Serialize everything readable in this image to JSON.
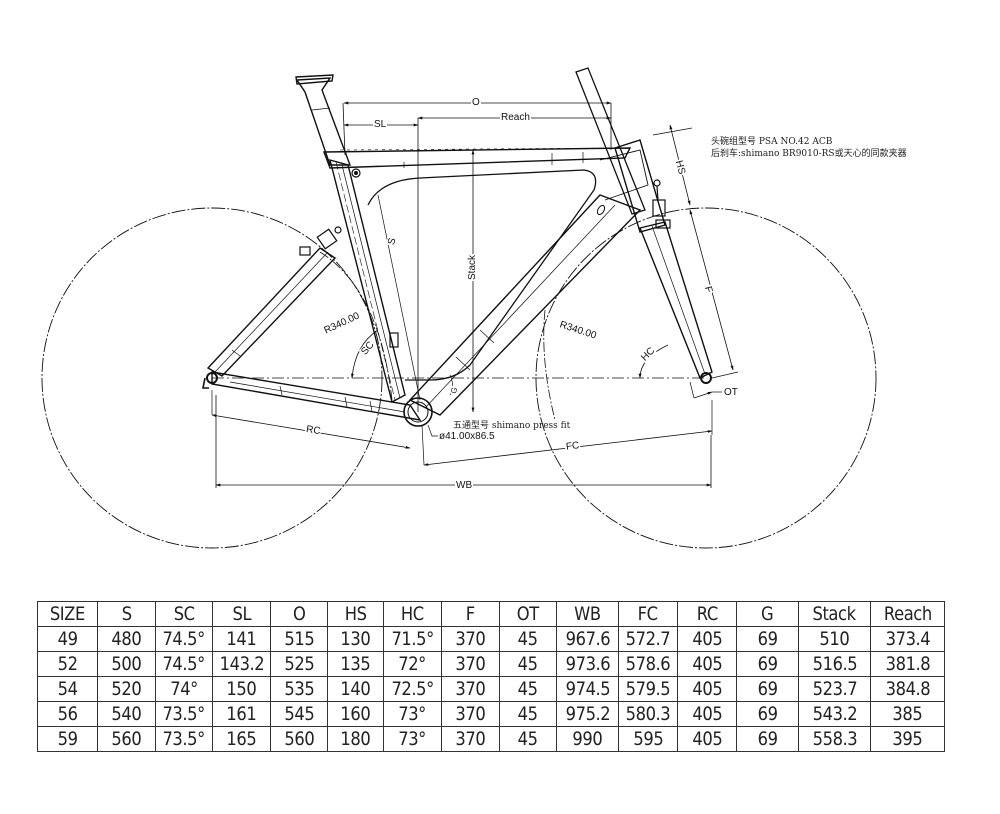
{
  "drawing": {
    "notes": {
      "headset": "头碗组型号 PSA NO.42 ACB",
      "rear_brake": "后刹车:shimano BR9010-RS或天心的同款夹器",
      "bottom_bracket": "五通型号 shimano press fit",
      "bb_dimension": "ø41.00x86.5"
    },
    "dimension_labels": {
      "O": "O",
      "SL": "SL",
      "Reach": "Reach",
      "Stack": "Stack",
      "S": "S",
      "SC": "SC",
      "HS": "HS",
      "HC": "HC",
      "F": "F",
      "OT": "OT",
      "RC": "RC",
      "FC": "FC",
      "WB": "WB",
      "G": "G",
      "rear_radius": "R340.00",
      "front_radius": "R340.00"
    }
  },
  "table": {
    "headers": [
      "SIZE",
      "S",
      "SC",
      "SL",
      "O",
      "HS",
      "HC",
      "F",
      "OT",
      "WB",
      "FC",
      "RC",
      "G",
      "Stack",
      "Reach"
    ],
    "rows": [
      [
        "49",
        "480",
        "74.5°",
        "141",
        "515",
        "130",
        "71.5°",
        "370",
        "45",
        "967.6",
        "572.7",
        "405",
        "69",
        "510",
        "373.4"
      ],
      [
        "52",
        "500",
        "74.5°",
        "143.2",
        "525",
        "135",
        "72°",
        "370",
        "45",
        "973.6",
        "578.6",
        "405",
        "69",
        "516.5",
        "381.8"
      ],
      [
        "54",
        "520",
        "74°",
        "150",
        "535",
        "140",
        "72.5°",
        "370",
        "45",
        "974.5",
        "579.5",
        "405",
        "69",
        "523.7",
        "384.8"
      ],
      [
        "56",
        "540",
        "73.5°",
        "161",
        "545",
        "160",
        "73°",
        "370",
        "45",
        "975.2",
        "580.3",
        "405",
        "69",
        "543.2",
        "385"
      ],
      [
        "59",
        "560",
        "73.5°",
        "165",
        "560",
        "180",
        "73°",
        "370",
        "45",
        "990",
        "595",
        "405",
        "69",
        "558.3",
        "395"
      ]
    ]
  }
}
